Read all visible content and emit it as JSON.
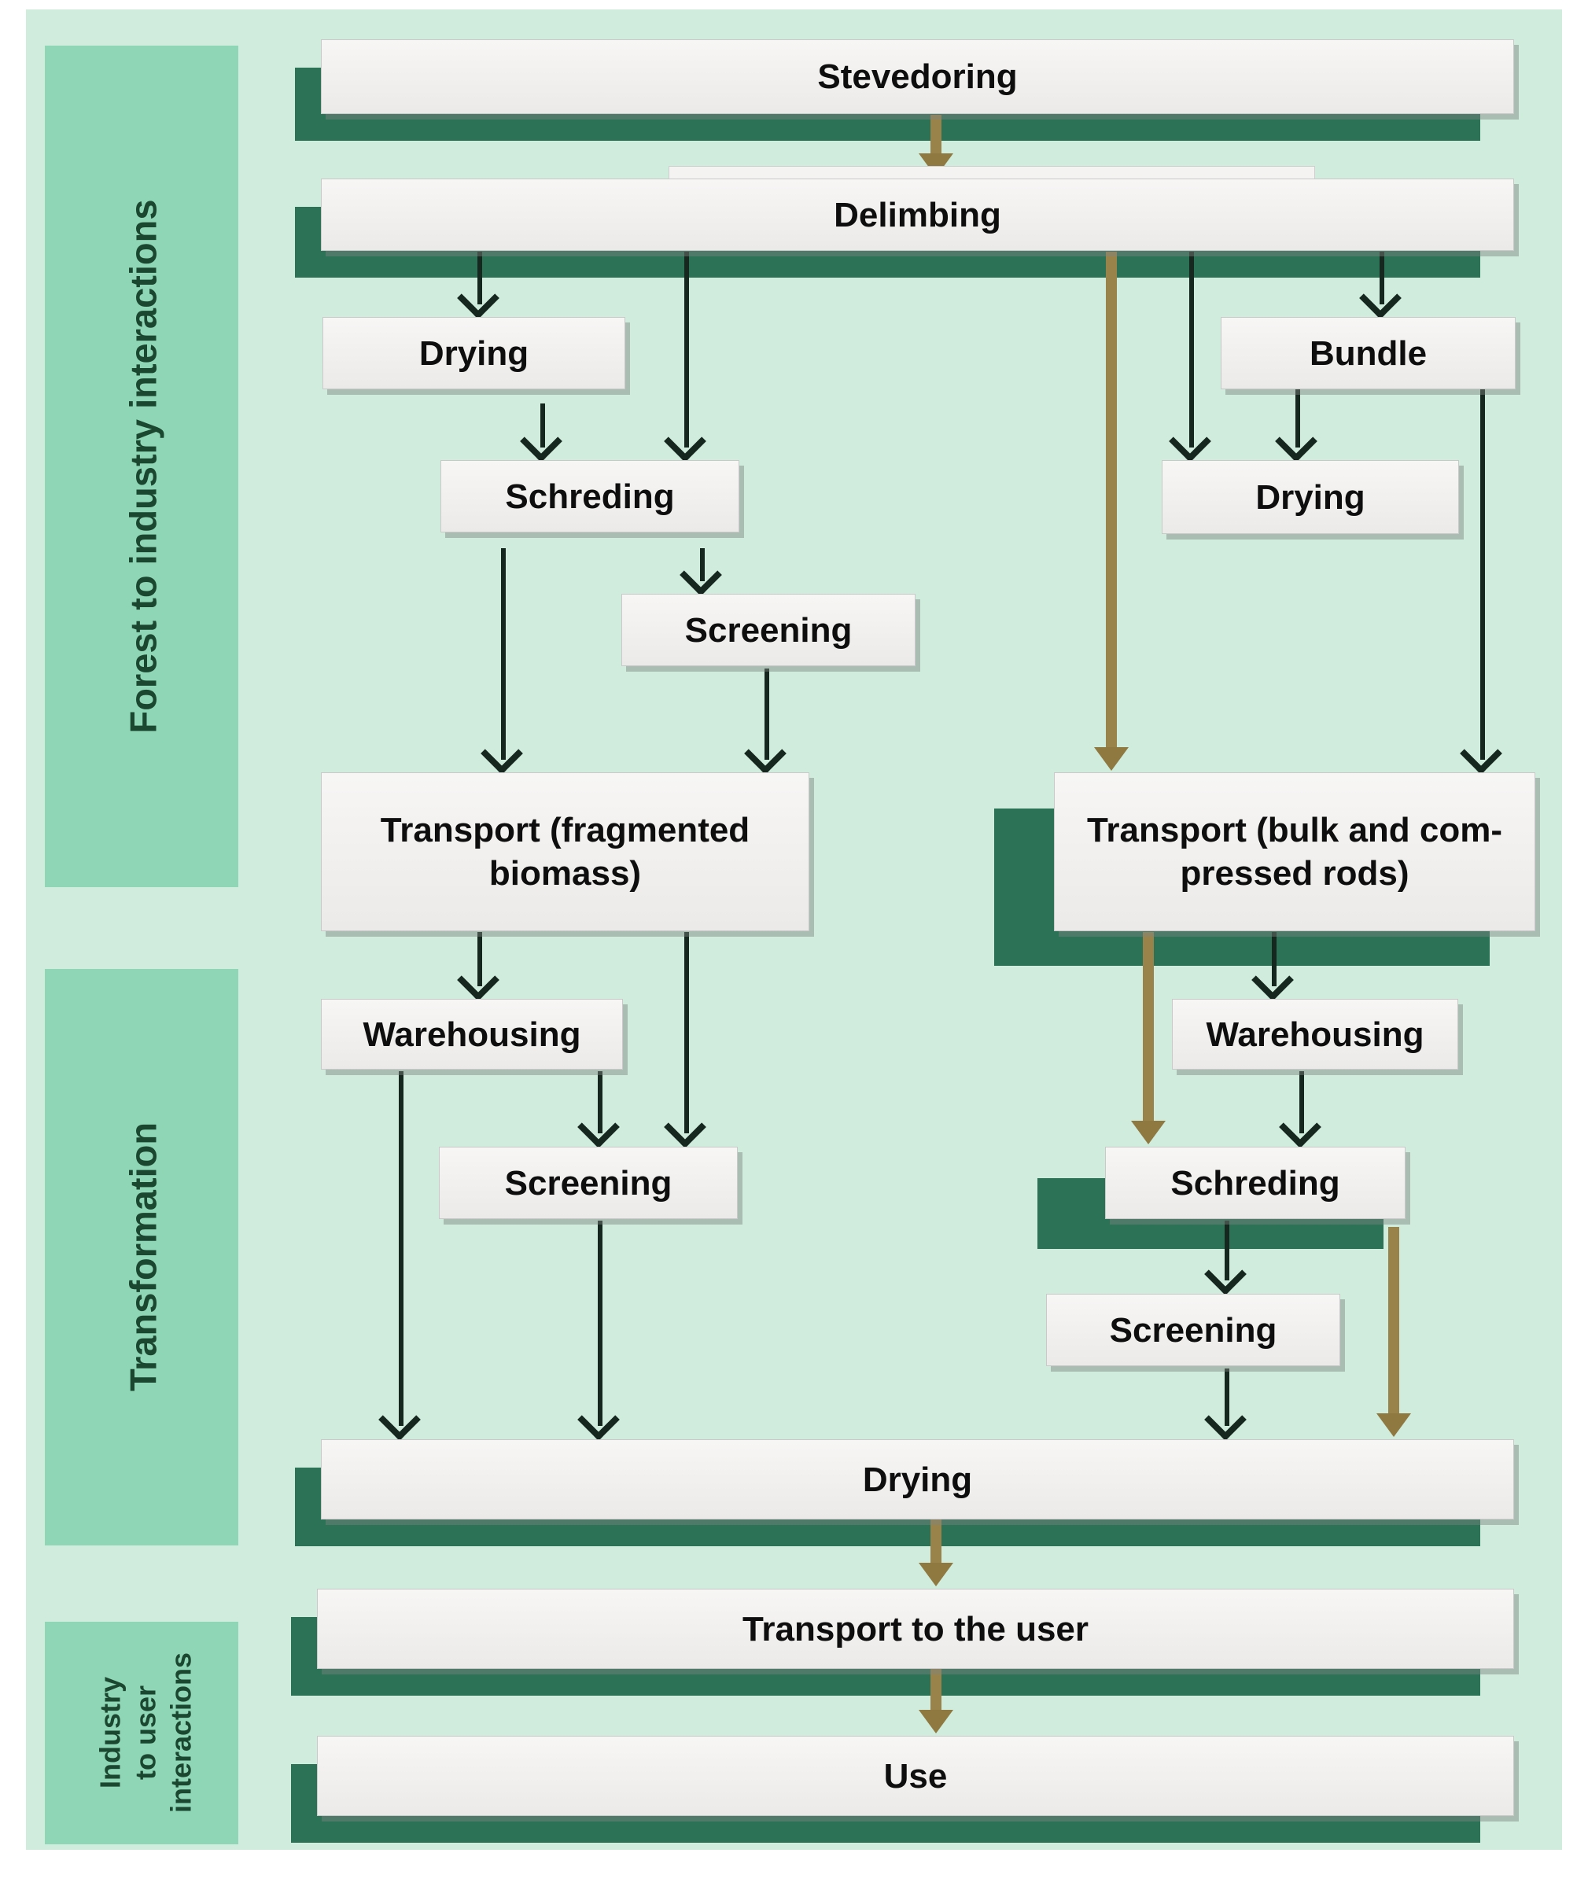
{
  "diagram_title": "",
  "colors": {
    "panel_background": "#cfecdd",
    "sidebar_segment": "#8ed6b6",
    "sidebar_text": "#1b4731",
    "box_fill": "#efeeec",
    "box_green_shadow": "#2b7257",
    "arrow_black": "#16271f",
    "arrow_olive": "#9a834a"
  },
  "sections": [
    {
      "id": "forest",
      "label": "Forest to industry interactions"
    },
    {
      "id": "transformation",
      "label": "Transformation"
    },
    {
      "id": "industry",
      "label": "Industry\nto user\ninteractions"
    }
  ],
  "nodes": {
    "stevedoring": {
      "label": "Stevedoring"
    },
    "delimbing": {
      "label": "Delimbing"
    },
    "drying_left": {
      "label": "Drying"
    },
    "schreding_left": {
      "label": "Schreding"
    },
    "screening_left_1": {
      "label": "Screening"
    },
    "transport_fragmented": {
      "label": "Transport (fragmented\nbiomass)"
    },
    "warehousing_left": {
      "label": "Warehousing"
    },
    "screening_left_2": {
      "label": "Screening"
    },
    "bundle": {
      "label": "Bundle"
    },
    "drying_right": {
      "label": "Drying"
    },
    "transport_bulk": {
      "label": "Transport (bulk and com-\npressed rods)"
    },
    "warehousing_right": {
      "label": "Warehousing"
    },
    "schreding_right": {
      "label": "Schreding"
    },
    "screening_right": {
      "label": "Screening"
    },
    "drying_main": {
      "label": "Drying"
    },
    "transport_user": {
      "label": "Transport to the user"
    },
    "use": {
      "label": "Use"
    }
  },
  "flows": [
    {
      "from": "stevedoring",
      "to": "delimbing",
      "color": "olive"
    },
    {
      "from": "delimbing",
      "to": "drying_left",
      "color": "black"
    },
    {
      "from": "delimbing",
      "to": "schreding_left",
      "color": "black"
    },
    {
      "from": "delimbing",
      "to": "transport_bulk",
      "color": "olive"
    },
    {
      "from": "delimbing",
      "to": "drying_right",
      "color": "black"
    },
    {
      "from": "delimbing",
      "to": "bundle",
      "color": "black"
    },
    {
      "from": "drying_left",
      "to": "schreding_left",
      "color": "black"
    },
    {
      "from": "schreding_left",
      "to": "screening_left_1",
      "color": "black"
    },
    {
      "from": "schreding_left",
      "to": "transport_fragmented",
      "color": "black"
    },
    {
      "from": "screening_left_1",
      "to": "transport_fragmented",
      "color": "black"
    },
    {
      "from": "transport_fragmented",
      "to": "warehousing_left",
      "color": "black"
    },
    {
      "from": "transport_fragmented",
      "to": "screening_left_2",
      "color": "black"
    },
    {
      "from": "warehousing_left",
      "to": "screening_left_2",
      "color": "black"
    },
    {
      "from": "warehousing_left",
      "to": "drying_main",
      "color": "black"
    },
    {
      "from": "screening_left_2",
      "to": "drying_main",
      "color": "black"
    },
    {
      "from": "bundle",
      "to": "drying_right",
      "color": "black"
    },
    {
      "from": "bundle",
      "to": "transport_bulk",
      "color": "black"
    },
    {
      "from": "transport_bulk",
      "to": "warehousing_right",
      "color": "black"
    },
    {
      "from": "transport_bulk",
      "to": "schreding_right",
      "color": "olive"
    },
    {
      "from": "warehousing_right",
      "to": "schreding_right",
      "color": "black"
    },
    {
      "from": "schreding_right",
      "to": "screening_right",
      "color": "black"
    },
    {
      "from": "schreding_right",
      "to": "drying_main",
      "color": "olive"
    },
    {
      "from": "screening_right",
      "to": "drying_main",
      "color": "black"
    },
    {
      "from": "drying_main",
      "to": "transport_user",
      "color": "olive"
    },
    {
      "from": "transport_user",
      "to": "use",
      "color": "olive"
    }
  ]
}
